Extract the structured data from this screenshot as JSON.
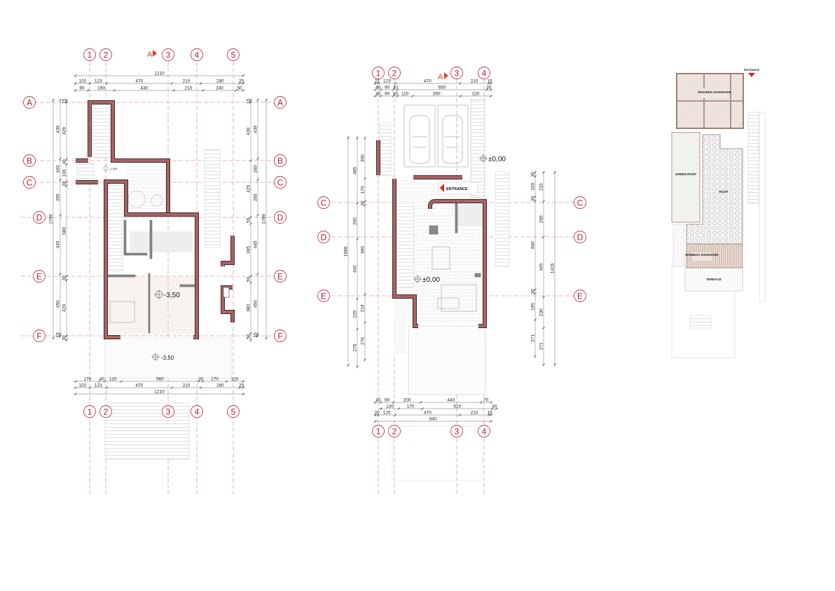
{
  "colors": {
    "grid": "#e89aa4",
    "bubble": "#c23a46",
    "wall": "#a86464",
    "section_marker": "#e0401a",
    "entrance_arrow": "#e02020",
    "wood": "#c8a898"
  },
  "plan_basement": {
    "columns": [
      "1",
      "2",
      "3",
      "4",
      "5"
    ],
    "rows": [
      "A",
      "B",
      "C",
      "D",
      "E",
      "F"
    ],
    "section_marker": "A",
    "dims_top": [
      [
        "1210"
      ],
      [
        "102",
        "123",
        "470",
        "210",
        "280",
        "25"
      ],
      [
        "90",
        "190",
        "430",
        "210",
        "240",
        "50"
      ]
    ],
    "dims_bottom": [
      [
        "170",
        "40",
        "120",
        "560",
        "30",
        "170",
        "120"
      ],
      [
        "102",
        "123",
        "470",
        "210",
        "280",
        "25"
      ],
      [
        "1210"
      ]
    ],
    "dims_left": [
      [
        "1789"
      ],
      [
        "439",
        "160",
        "265",
        "445",
        "450",
        "15"
      ],
      [
        "15",
        "429",
        "40",
        "130",
        "30",
        "680",
        "30",
        "420",
        "30"
      ]
    ],
    "dims_right": [
      [
        "15",
        "439",
        "425",
        "50",
        "395",
        "50",
        "380",
        "50"
      ],
      [
        "439",
        "160",
        "265",
        "445",
        "450",
        "15"
      ],
      [
        "1789"
      ]
    ],
    "elevations": [
      "-1,925",
      "-3,50",
      "-3,50"
    ]
  },
  "plan_ground": {
    "columns": [
      "1",
      "2",
      "3",
      "4"
    ],
    "rows": [
      "C",
      "D",
      "E"
    ],
    "section_marker": "A",
    "dims_top": [
      [
        "22",
        "123",
        "470",
        "210",
        "15"
      ],
      [
        "40",
        "90",
        "30",
        "650",
        "30"
      ],
      [
        "40",
        "90",
        "30",
        "110",
        "350",
        "220"
      ]
    ],
    "dims_bottom": [
      [
        "40",
        "90",
        "200",
        "440",
        "70"
      ],
      [
        "130",
        "170",
        "510",
        "30"
      ],
      [
        "20",
        "125",
        "470",
        "210",
        "15"
      ],
      [
        "840"
      ]
    ],
    "dims_left": [
      [
        "1686"
      ],
      [
        "485",
        "265",
        "445",
        "225",
        "276"
      ],
      [
        "300",
        "170",
        "30",
        "660",
        "210",
        "276"
      ]
    ],
    "dims_right": [
      [
        "30",
        "150",
        "30",
        "660",
        "30",
        "195",
        "271"
      ],
      [
        "215",
        "265",
        "445",
        "230",
        "271"
      ],
      [
        "1426"
      ]
    ],
    "elevations": [
      "±0,00",
      "±0,00"
    ],
    "entrance_label": "ENTRANCE"
  },
  "plan_roof": {
    "labels": {
      "wooden_sunshade": "WOODEN SUNSHADE",
      "green_roof": "GREEN ROOF",
      "roof": "ROOF",
      "bamboo_sunshade": "BAMBOO SUNSHADE",
      "terrace": "TERRACE",
      "entrance": "ENTRANCE"
    }
  }
}
